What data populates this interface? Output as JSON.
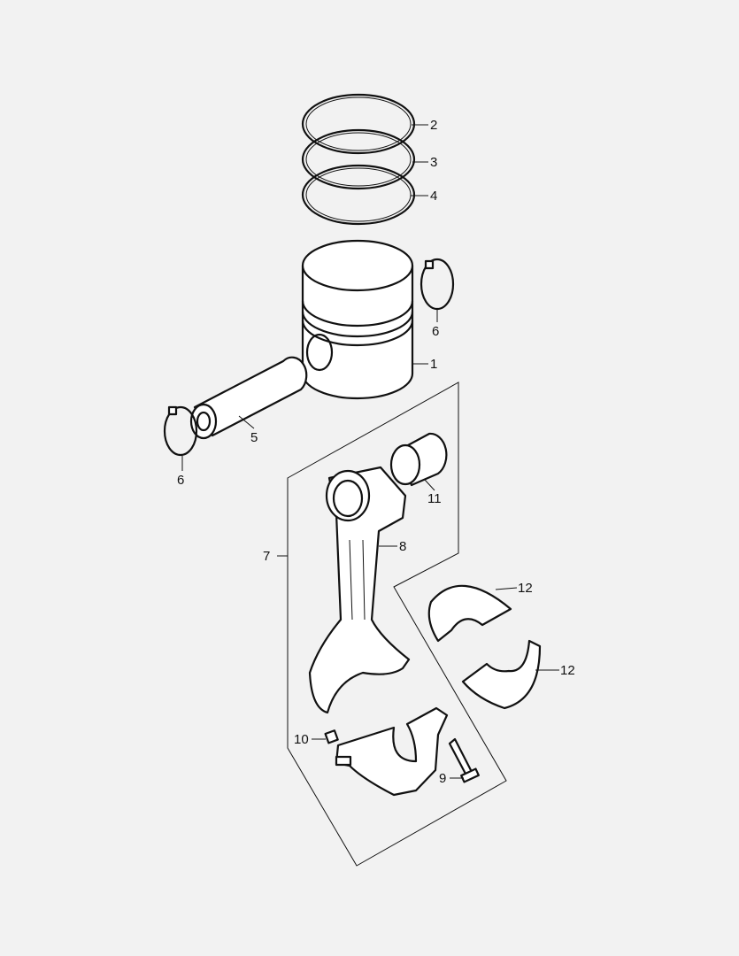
{
  "callouts": [
    {
      "id": "ring-top",
      "label": "2"
    },
    {
      "id": "ring-middle",
      "label": "3"
    },
    {
      "id": "ring-oil",
      "label": "4"
    },
    {
      "id": "circlip-right",
      "label": "6"
    },
    {
      "id": "piston",
      "label": "1"
    },
    {
      "id": "piston-pin",
      "label": "5"
    },
    {
      "id": "circlip-left",
      "label": "6"
    },
    {
      "id": "small-end-bushing",
      "label": "11"
    },
    {
      "id": "connecting-rod-assembly",
      "label": "7"
    },
    {
      "id": "connecting-rod",
      "label": "8"
    },
    {
      "id": "bearing-shell-upper",
      "label": "12"
    },
    {
      "id": "bearing-shell-lower",
      "label": "12"
    },
    {
      "id": "dowel",
      "label": "10"
    },
    {
      "id": "rod-bolt",
      "label": "9"
    }
  ],
  "colors": {
    "background": "#f2f2f2",
    "line": "#111111"
  }
}
